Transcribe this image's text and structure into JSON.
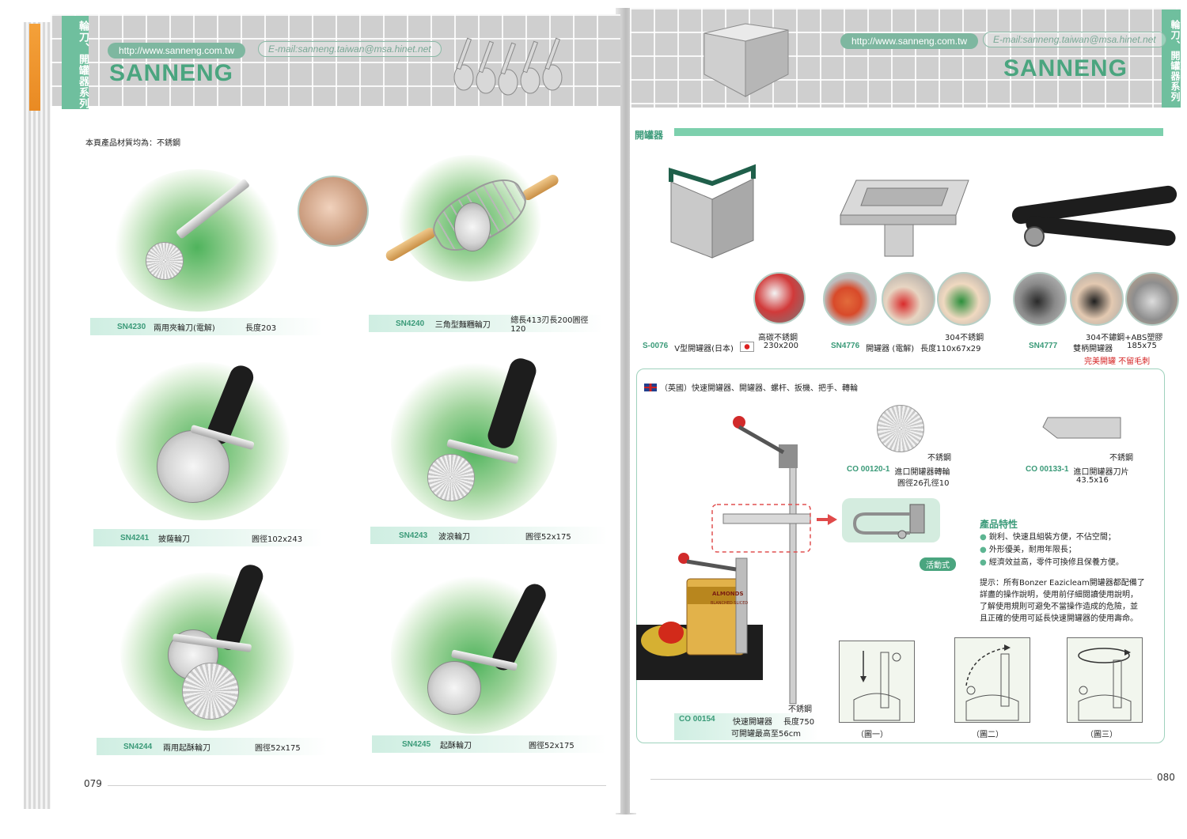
{
  "left_page": {
    "side_tab": "輪刀、開罐器系列",
    "url": "http://www.sanneng.com.tw",
    "email": "E-mail:sanneng.taiwan@msa.hinet.net",
    "brand": "SANNENG",
    "material_note": "本頁產品材質均為：不銹鋼",
    "products": [
      {
        "code": "SN4230",
        "name": "兩用夾輪刀(電解)",
        "spec": "長度203"
      },
      {
        "code": "SN4240",
        "name": "三角型麵糰輪刀",
        "spec": "總長413刃長200圓徑120"
      },
      {
        "code": "SN4241",
        "name": "披薩輪刀",
        "spec": "圓徑102x243"
      },
      {
        "code": "SN4243",
        "name": "波浪輪刀",
        "spec": "圓徑52x175"
      },
      {
        "code": "SN4244",
        "name": "兩用起酥輪刀",
        "spec": "圓徑52x175"
      },
      {
        "code": "SN4245",
        "name": "起酥輪刀",
        "spec": "圓徑52x175"
      }
    ],
    "page_number": "079"
  },
  "right_page": {
    "side_tab": "輪刀、開罐器系列",
    "url": "http://www.sanneng.com.tw",
    "email": "E-mail:sanneng.taiwan@msa.hinet.net",
    "brand": "SANNENG",
    "section_title": "開罐器",
    "openers": [
      {
        "code": "S-0076",
        "material": "高碳不銹鋼",
        "name": "V型開罐器(日本)",
        "spec": "230x200"
      },
      {
        "code": "SN4776",
        "material": "304不銹鋼",
        "name": "開罐器 (電解)",
        "spec": "長度110x67x29"
      },
      {
        "code": "SN4777",
        "material": "304不鏽鋼+ABS塑膠",
        "name": "雙柄開罐器",
        "spec": "185x75",
        "note": "完美開罐 不留毛刺"
      }
    ],
    "uk_title": "（英國）快速開罐器、開罐器、螺杆、扳機、把手、轉輪",
    "co_120": {
      "material": "不銹鋼",
      "code": "CO 00120-1",
      "name": "進口開罐器轉輪",
      "spec": "圓徑26孔徑10"
    },
    "co_133": {
      "material": "不銹鋼",
      "code": "CO 00133-1",
      "name": "進口開罐器刀片",
      "spec": "43.5x16"
    },
    "movable_label": "活動式",
    "can_label": "ALMONDS",
    "can_sublabel": "BLANCHED SLICED",
    "features_title": "產品特性",
    "features": [
      "銳利、快速且組裝方便，不佔空間；",
      "外形優美，耐用年限長；",
      "經濟效益高，零件可換修且保養方便。"
    ],
    "tip": [
      "提示：所有Bonzer Eazicleam開罐器都配備了",
      "詳盡的操作說明，使用前仔細閱讀使用說明，",
      "了解使用規則可避免不當操作造成的危險，並",
      "且正確的使用可延長快速開罐器的使用壽命。"
    ],
    "co_154": {
      "material": "不銹鋼",
      "code": "CO 00154",
      "name": "快速開罐器",
      "spec": "長度750",
      "spec2": "可開罐最高至56cm"
    },
    "figures": [
      "（圖一）",
      "（圖二）",
      "（圖三）"
    ],
    "page_number": "080"
  }
}
